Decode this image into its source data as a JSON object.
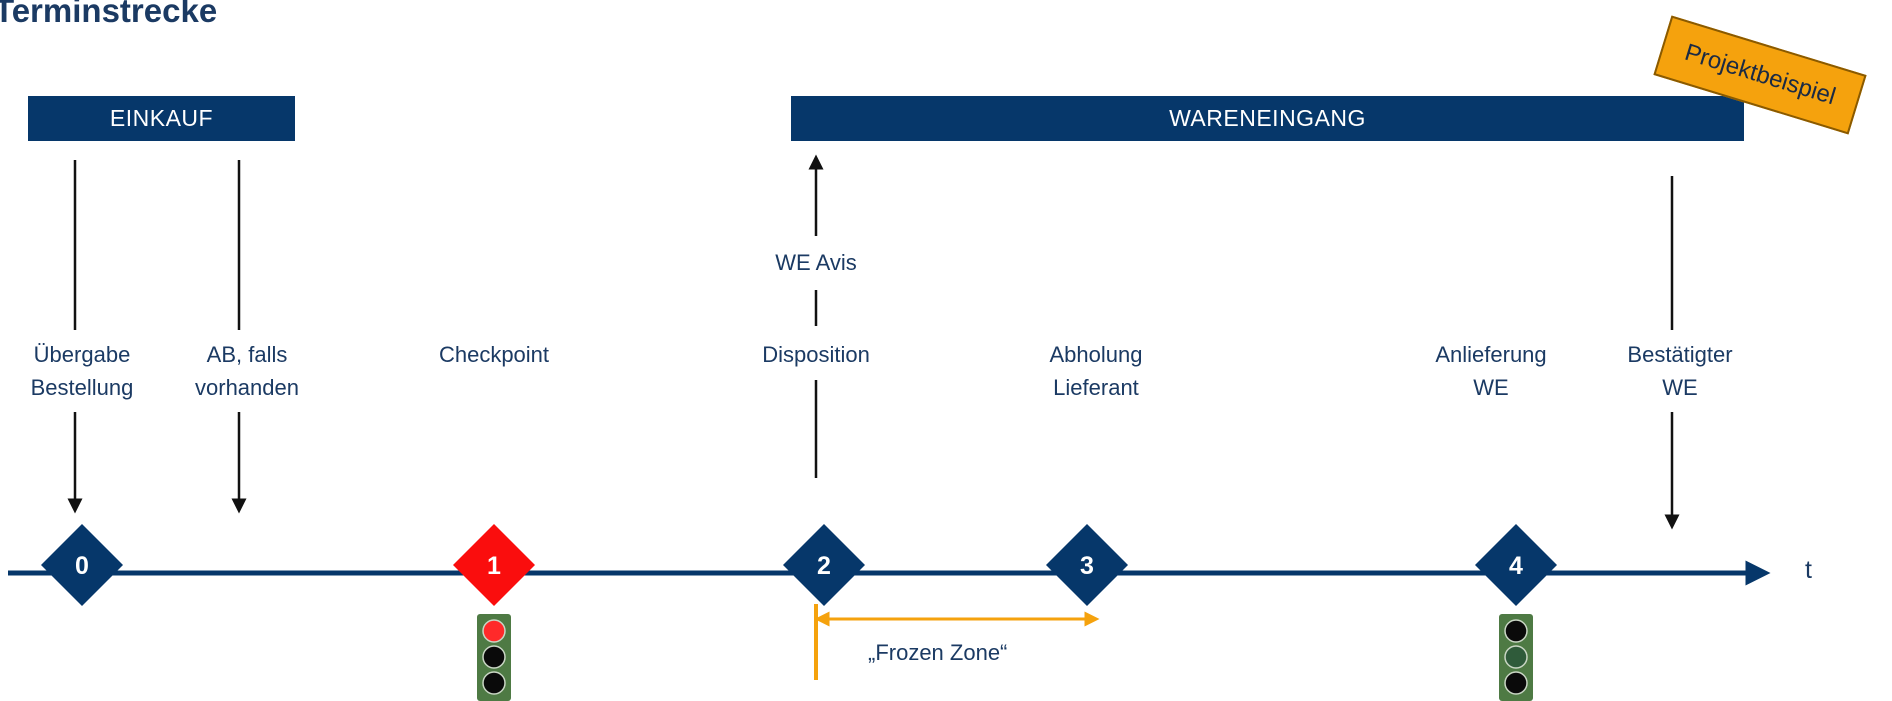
{
  "title": "Terminstrecke",
  "stamp": "Projektbeispiel",
  "phases": {
    "einkauf": "EINKAUF",
    "wareneingang": "WARENEINGANG"
  },
  "events": {
    "uebergabe": [
      "Übergabe",
      "Bestellung"
    ],
    "ab": [
      "AB, falls",
      "vorhanden"
    ],
    "checkpoint": [
      "Checkpoint"
    ],
    "disposition": [
      "Disposition"
    ],
    "we_avis": [
      "WE Avis"
    ],
    "abholung": [
      "Abholung",
      "Lieferant"
    ],
    "anlieferung": [
      "Anlieferung",
      "WE"
    ],
    "bestaetigter": [
      "Bestätigter",
      "WE"
    ]
  },
  "milestones": [
    {
      "label": "0",
      "color": "#06376a"
    },
    {
      "label": "1",
      "color": "#fa0d0d"
    },
    {
      "label": "2",
      "color": "#06376a"
    },
    {
      "label": "3",
      "color": "#06376a"
    },
    {
      "label": "4",
      "color": "#06376a"
    }
  ],
  "axis_label": "t",
  "frozen_zone": "„Frozen Zone“",
  "traffic_lights": [
    {
      "lit": "red"
    },
    {
      "lit": "green"
    }
  ],
  "colors": {
    "navy": "#06376a",
    "red": "#fa0d0d",
    "orange": "#f5a20d",
    "light_red": "#ff2a2a",
    "light_green": "#2f5b3a",
    "light_body": "#4e7a44"
  }
}
